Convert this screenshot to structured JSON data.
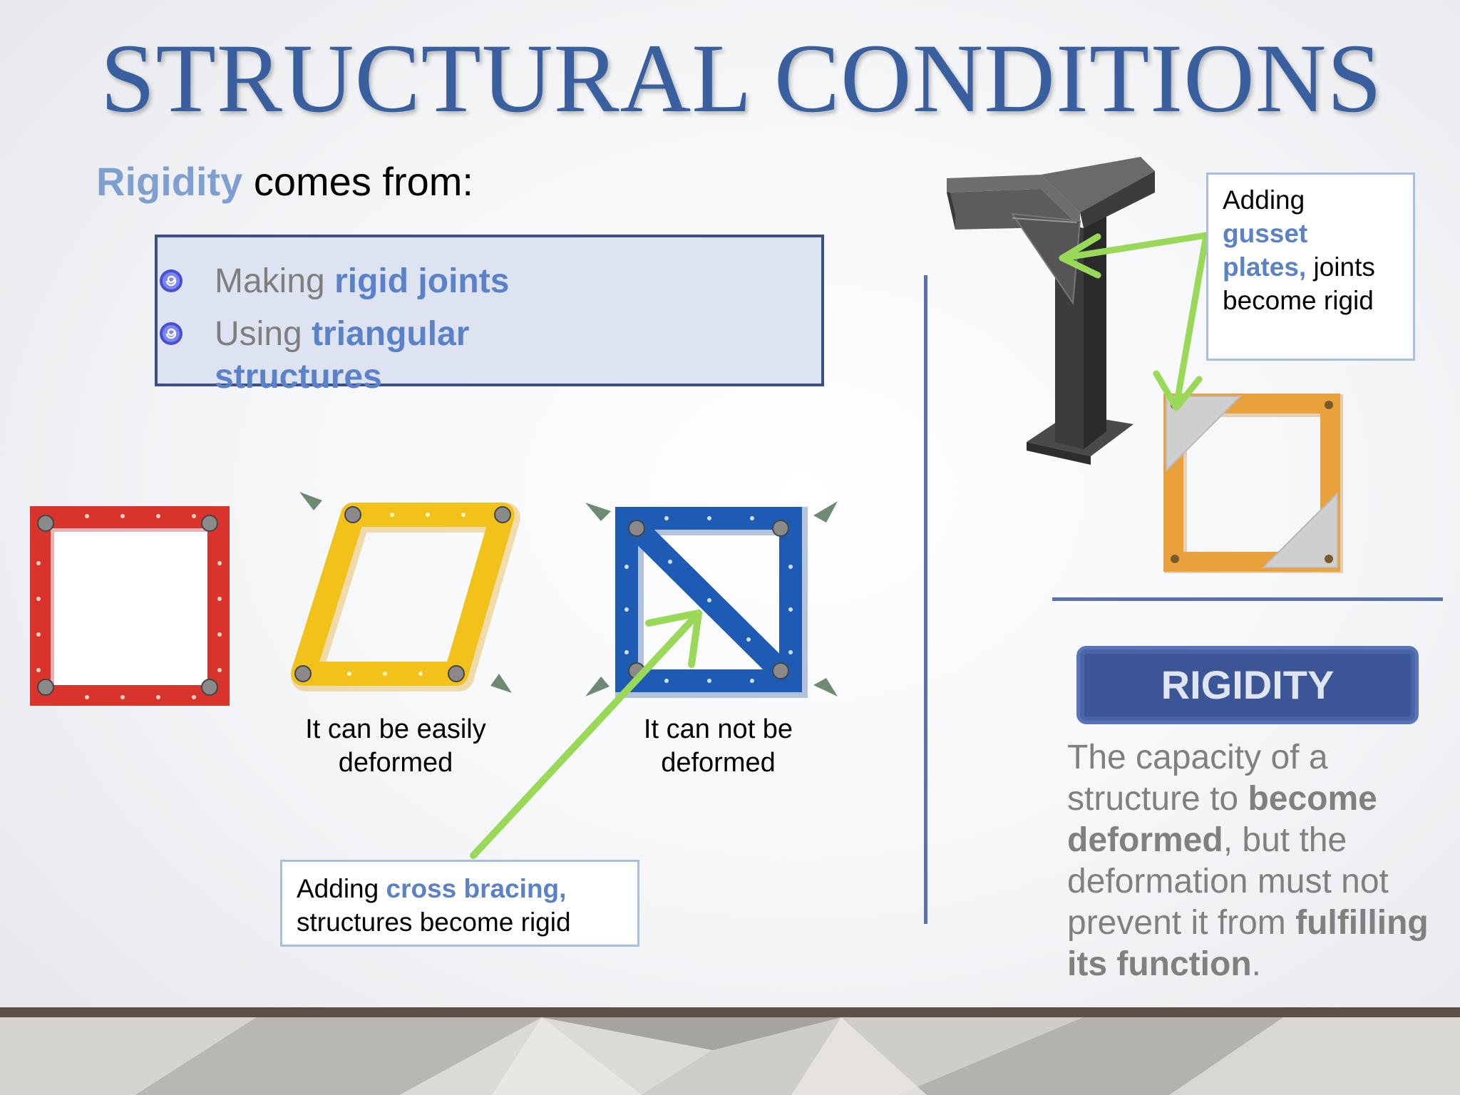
{
  "slide": {
    "title": "STRUCTURAL CONDITIONS",
    "heading": {
      "emph": "Rigidity",
      "rest": " comes from:"
    },
    "bullets": [
      {
        "pre": "Making ",
        "emph": "rigid joints"
      },
      {
        "pre": "Using ",
        "emph": "triangular structures"
      }
    ],
    "captions": {
      "yellow": [
        "It can be easily",
        "deformed"
      ],
      "blue": [
        "It can not be",
        "deformed"
      ]
    },
    "cross_bracing_callout": {
      "pre": "Adding ",
      "emph": "cross bracing,",
      "line2": "structures become rigid"
    },
    "gusset_callout": {
      "line1": "Adding",
      "emph1": "gusset",
      "emph2": "plates,",
      "rest2": " joints",
      "line4": "become rigid"
    },
    "rigidity_button": "RIGIDITY",
    "definition": {
      "p1": "The capacity of a structure to ",
      "b1": "become deformed",
      "p2": ", but the deformation must not prevent it from ",
      "b2": "fulfilling its function",
      "p3": "."
    },
    "colors": {
      "title": "#3a5f9f",
      "accent": "#7f9fd0",
      "frame_red": "#d9342b",
      "frame_yellow": "#f2c21b",
      "frame_blue": "#1d5bb5",
      "frame_orange": "#e9a23b",
      "arrow_green": "#99d957"
    }
  }
}
